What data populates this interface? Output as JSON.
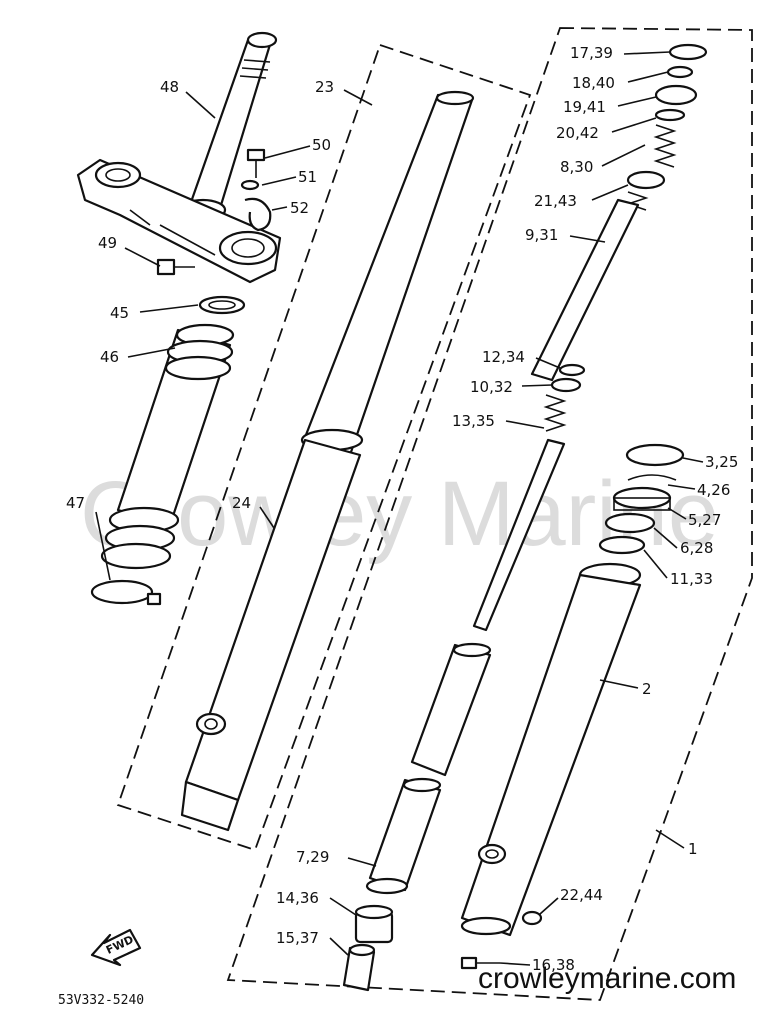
{
  "watermark": "Crowley Marine",
  "website": "crowleymarine.com",
  "diagram_code": "53V332-5240",
  "direction_arrow": "FWD",
  "colors": {
    "line": "#111111",
    "background": "#ffffff",
    "watermark": "#dcdcdc"
  },
  "callouts": {
    "c48": "48",
    "c50": "50",
    "c51": "51",
    "c52": "52",
    "c49": "49",
    "c45": "45",
    "c46": "46",
    "c47": "47",
    "c23": "23",
    "c24": "24",
    "c17_39": "17,39",
    "c18_40": "18,40",
    "c19_41": "19,41",
    "c20_42": "20,42",
    "c8_30": "8,30",
    "c21_43": "21,43",
    "c9_31": "9,31",
    "c12_34": "12,34",
    "c10_32": "10,32",
    "c13_35": "13,35",
    "c3_25": "3,25",
    "c4_26": "4,26",
    "c5_27": "5,27",
    "c6_28": "6,28",
    "c11_33": "11,33",
    "c2": "2",
    "c1": "1",
    "c7_29": "7,29",
    "c14_36": "14,36",
    "c15_37": "15,37",
    "c22_44": "22,44",
    "c16_38": "16,38"
  }
}
